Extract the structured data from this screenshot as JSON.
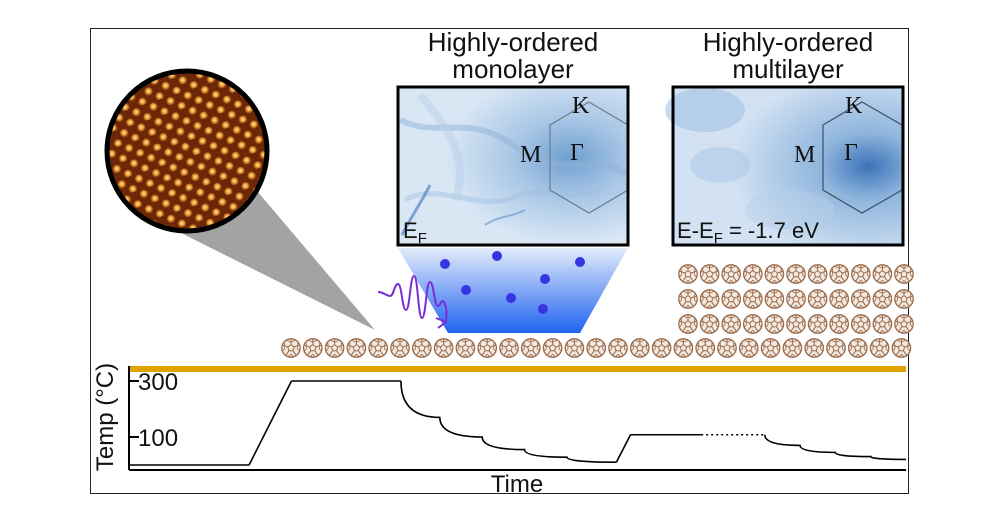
{
  "monolayer_panel": {
    "title_line1": "Highly-ordered",
    "title_line2": "monolayer",
    "label_k": "K",
    "label_m": "M",
    "label_gamma": "Γ",
    "energy_main": "E",
    "energy_sub": "F"
  },
  "multilayer_panel": {
    "title_line1": "Highly-ordered",
    "title_line2": "multilayer",
    "label_k": "K",
    "label_m": "M",
    "label_gamma": "Γ",
    "energy_prefix": "E-E",
    "energy_sub": "F",
    "energy_suffix": " = -1.7 eV"
  },
  "chart_data": {
    "type": "line",
    "xlabel": "Time",
    "ylabel": "Temp (°C)",
    "yticks": [
      100,
      300
    ],
    "ylim": [
      0,
      330
    ],
    "series": [
      {
        "x": [
          0,
          1.7
        ],
        "values": [
          0,
          0
        ]
      },
      {
        "x": [
          1.7,
          2.3
        ],
        "values": [
          0,
          300
        ]
      },
      {
        "x": [
          2.3,
          3.85
        ],
        "values": [
          300,
          300
        ]
      },
      {
        "x": [
          3.85,
          4.4,
          5.0,
          5.6,
          6.2,
          6.9
        ],
        "values": [
          300,
          170,
          100,
          55,
          28,
          10
        ]
      },
      {
        "x": [
          6.9,
          7.1
        ],
        "values": [
          10,
          108
        ]
      },
      {
        "x": [
          7.1,
          8.1
        ],
        "values": [
          108,
          108
        ]
      },
      {
        "x": [
          9.0,
          9.5,
          10.0,
          10.5,
          11.0
        ],
        "values": [
          108,
          70,
          45,
          30,
          20
        ]
      }
    ],
    "dotted_segment": {
      "x": [
        8.1,
        9.0
      ],
      "values": [
        108,
        108
      ]
    },
    "xlim": [
      0,
      11
    ]
  },
  "colors": {
    "gold_substrate": "#e0a300",
    "molecule": "#9a6b4c",
    "photon": "#7a2fd6",
    "electron_dots": "#3636e0",
    "cone_top": "#cfe0fb",
    "cone_bottom": "#1f63f0"
  }
}
